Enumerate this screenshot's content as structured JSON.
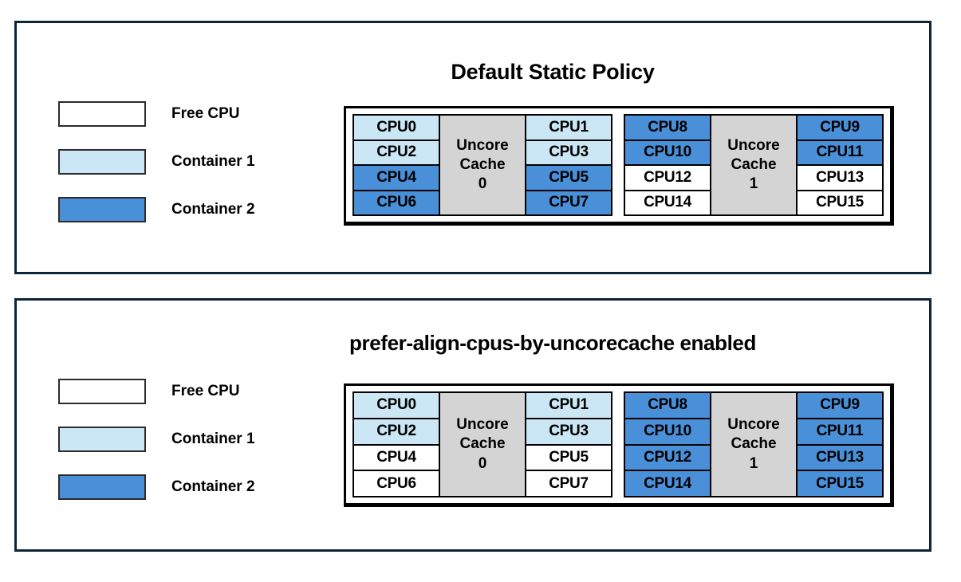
{
  "colors": {
    "panel_border": "#0d2538",
    "free_cpu": "#ffffff",
    "container1": "#cbe7f5",
    "container2": "#4a90d9",
    "cache_block": "#d4d4d4",
    "text": "#000000"
  },
  "legend_items": [
    {
      "label": "Free CPU",
      "fill": "free"
    },
    {
      "label": "Container 1",
      "fill": "c1"
    },
    {
      "label": "Container 2",
      "fill": "c2"
    }
  ],
  "panels": [
    {
      "id": "default-static-policy",
      "title": "Default Static Policy",
      "legend": [
        {
          "label": "Free CPU",
          "fill": "free"
        },
        {
          "label": "Container 1",
          "fill": "c1"
        },
        {
          "label": "Container 2",
          "fill": "c2"
        }
      ],
      "cache_groups": [
        {
          "cache_label_line1": "Uncore",
          "cache_label_line2": "Cache",
          "cache_index": "0",
          "left_column": [
            {
              "label": "CPU0",
              "fill": "c1"
            },
            {
              "label": "CPU2",
              "fill": "c1"
            },
            {
              "label": "CPU4",
              "fill": "c2"
            },
            {
              "label": "CPU6",
              "fill": "c2"
            }
          ],
          "right_column": [
            {
              "label": "CPU1",
              "fill": "c1"
            },
            {
              "label": "CPU3",
              "fill": "c1"
            },
            {
              "label": "CPU5",
              "fill": "c2"
            },
            {
              "label": "CPU7",
              "fill": "c2"
            }
          ]
        },
        {
          "cache_label_line1": "Uncore",
          "cache_label_line2": "Cache",
          "cache_index": "1",
          "left_column": [
            {
              "label": "CPU8",
              "fill": "c2"
            },
            {
              "label": "CPU10",
              "fill": "c2"
            },
            {
              "label": "CPU12",
              "fill": "free"
            },
            {
              "label": "CPU14",
              "fill": "free"
            }
          ],
          "right_column": [
            {
              "label": "CPU9",
              "fill": "c2"
            },
            {
              "label": "CPU11",
              "fill": "c2"
            },
            {
              "label": "CPU13",
              "fill": "free"
            },
            {
              "label": "CPU15",
              "fill": "free"
            }
          ]
        }
      ]
    },
    {
      "id": "prefer-align-cpus-by-uncorecache-enabled",
      "title": "prefer-align-cpus-by-uncorecache enabled",
      "legend": [
        {
          "label": "Free CPU",
          "fill": "free"
        },
        {
          "label": "Container 1",
          "fill": "c1"
        },
        {
          "label": "Container 2",
          "fill": "c2"
        }
      ],
      "cache_groups": [
        {
          "cache_label_line1": "Uncore",
          "cache_label_line2": "Cache",
          "cache_index": "0",
          "left_column": [
            {
              "label": "CPU0",
              "fill": "c1"
            },
            {
              "label": "CPU2",
              "fill": "c1"
            },
            {
              "label": "CPU4",
              "fill": "free"
            },
            {
              "label": "CPU6",
              "fill": "free"
            }
          ],
          "right_column": [
            {
              "label": "CPU1",
              "fill": "c1"
            },
            {
              "label": "CPU3",
              "fill": "c1"
            },
            {
              "label": "CPU5",
              "fill": "free"
            },
            {
              "label": "CPU7",
              "fill": "free"
            }
          ]
        },
        {
          "cache_label_line1": "Uncore",
          "cache_label_line2": "Cache",
          "cache_index": "1",
          "left_column": [
            {
              "label": "CPU8",
              "fill": "c2"
            },
            {
              "label": "CPU10",
              "fill": "c2"
            },
            {
              "label": "CPU12",
              "fill": "c2"
            },
            {
              "label": "CPU14",
              "fill": "c2"
            }
          ],
          "right_column": [
            {
              "label": "CPU9",
              "fill": "c2"
            },
            {
              "label": "CPU11",
              "fill": "c2"
            },
            {
              "label": "CPU13",
              "fill": "c2"
            },
            {
              "label": "CPU15",
              "fill": "c2"
            }
          ]
        }
      ]
    }
  ]
}
